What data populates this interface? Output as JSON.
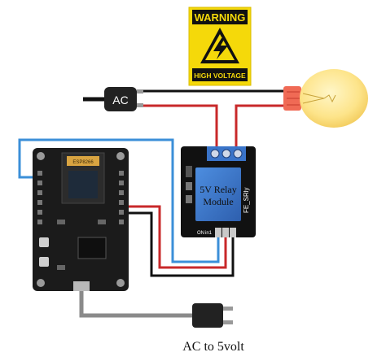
{
  "warning_sign": {
    "header": "WARNING",
    "footer": "HIGH VOLTAGE",
    "color_yellow": "#f5d90a",
    "color_black": "#111111"
  },
  "ac_plug": {
    "label": "AC"
  },
  "relay_module": {
    "title_line1": "5V Relay",
    "title_line2": "Module",
    "model": "FE_SRly",
    "on_label": "ON",
    "in_label": "in1",
    "board_color": "#111111",
    "relay_color": "#3a74c9"
  },
  "charger": {
    "label": "AC to 5volt"
  },
  "mcu_board": {
    "module_label": "ESP8266"
  },
  "wire_colors": {
    "black": "#111111",
    "red": "#c8282a",
    "blue": "#3b8fd8",
    "gray": "#8a8a8a"
  },
  "bulb": {
    "glass": "#fde48a",
    "base": "#f06a55"
  }
}
